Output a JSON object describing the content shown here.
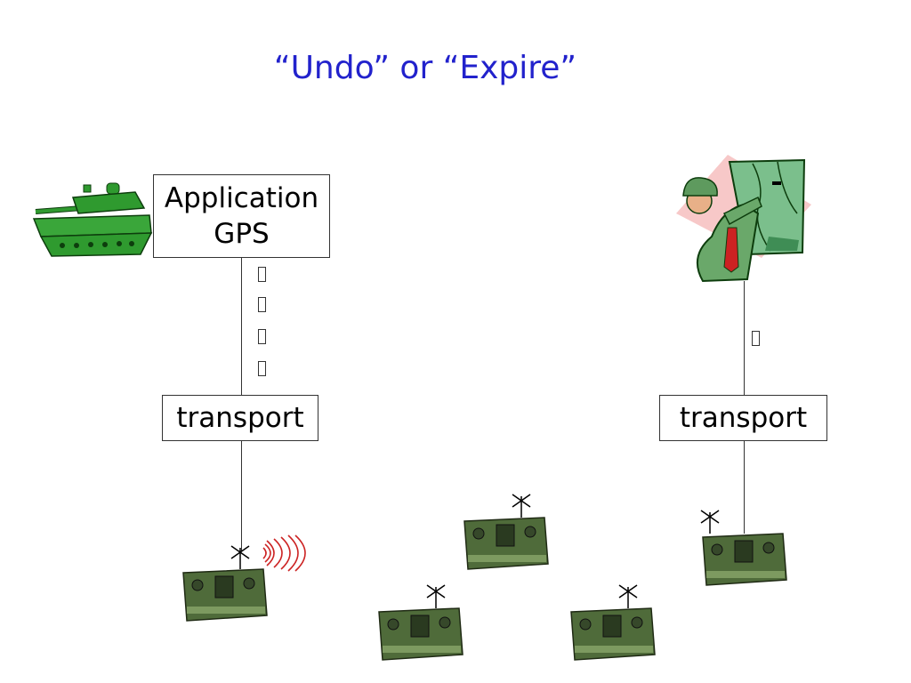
{
  "slide": {
    "title": "“Undo” or “Expire”"
  },
  "left_stack": {
    "app_line1": "Application",
    "app_line2": "GPS",
    "transport_label": "transport"
  },
  "right_stack": {
    "transport_label": "transport"
  },
  "icons": {
    "tank": "tank-icon",
    "officer": "officer-with-map-icon",
    "radio": "field-radio-icon",
    "signal": "radio-signal-waves-icon",
    "glyph": "missing-glyph-icon"
  },
  "colors": {
    "title": "#2222cc",
    "tank_green": "#2f9a2f",
    "radio_green": "#4f6b3a",
    "signal_red": "#cc2222"
  }
}
